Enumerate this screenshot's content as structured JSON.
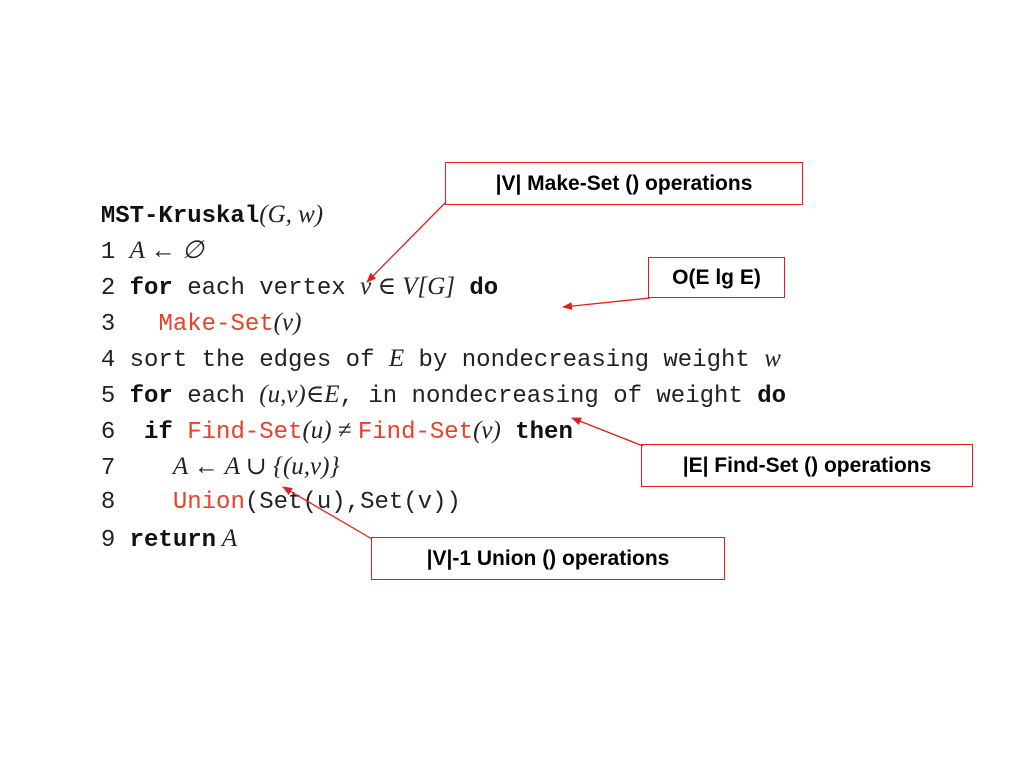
{
  "algorithm": {
    "name": "MST-Kruskal",
    "args": "(G, w)",
    "line1": {
      "num": "1",
      "text": "A ← ∅"
    },
    "line2": {
      "num": "2",
      "kw_for": "for",
      "pre": " each vertex ",
      "v": "v",
      "in": " ∈ ",
      "V": "V",
      "G": "[G]",
      "kw_do": " do"
    },
    "line3": {
      "num": "3",
      "call": "Make-Set",
      "arg": "(v)"
    },
    "line4": {
      "num": "4",
      "pre": "sort the edges of ",
      "E": "E",
      "mid": " by nondecreasing weight ",
      "w": "w"
    },
    "line5": {
      "num": "5",
      "kw_for": "for",
      "pre": " each ",
      "uv": "(u,v)",
      "in": "∈E",
      "post": ", in nondecreasing of weight ",
      "kw_do": "do"
    },
    "line6": {
      "num": "6",
      "kw_if": "if",
      "call1": "Find-Set",
      "arg1": "(u)",
      "neq": " ≠ ",
      "call2": "Find-Set",
      "arg2": "(v)",
      "kw_then": " then"
    },
    "line7": {
      "num": "7",
      "text": "A ← A ∪ {(u,v)}"
    },
    "line8": {
      "num": "8",
      "call": "Union",
      "arg": "(Set(u),Set(v))"
    },
    "line9": {
      "num": "9",
      "kw_return": "return",
      "post": " A"
    }
  },
  "annotations": {
    "makeset": "|V| Make-Set () operations",
    "sort": "O(E lg E)",
    "findset": "|E| Find-Set () operations",
    "union": "|V|-1 Union () operations"
  },
  "colors": {
    "accent": "#e8402a",
    "arrow": "#e02020"
  }
}
